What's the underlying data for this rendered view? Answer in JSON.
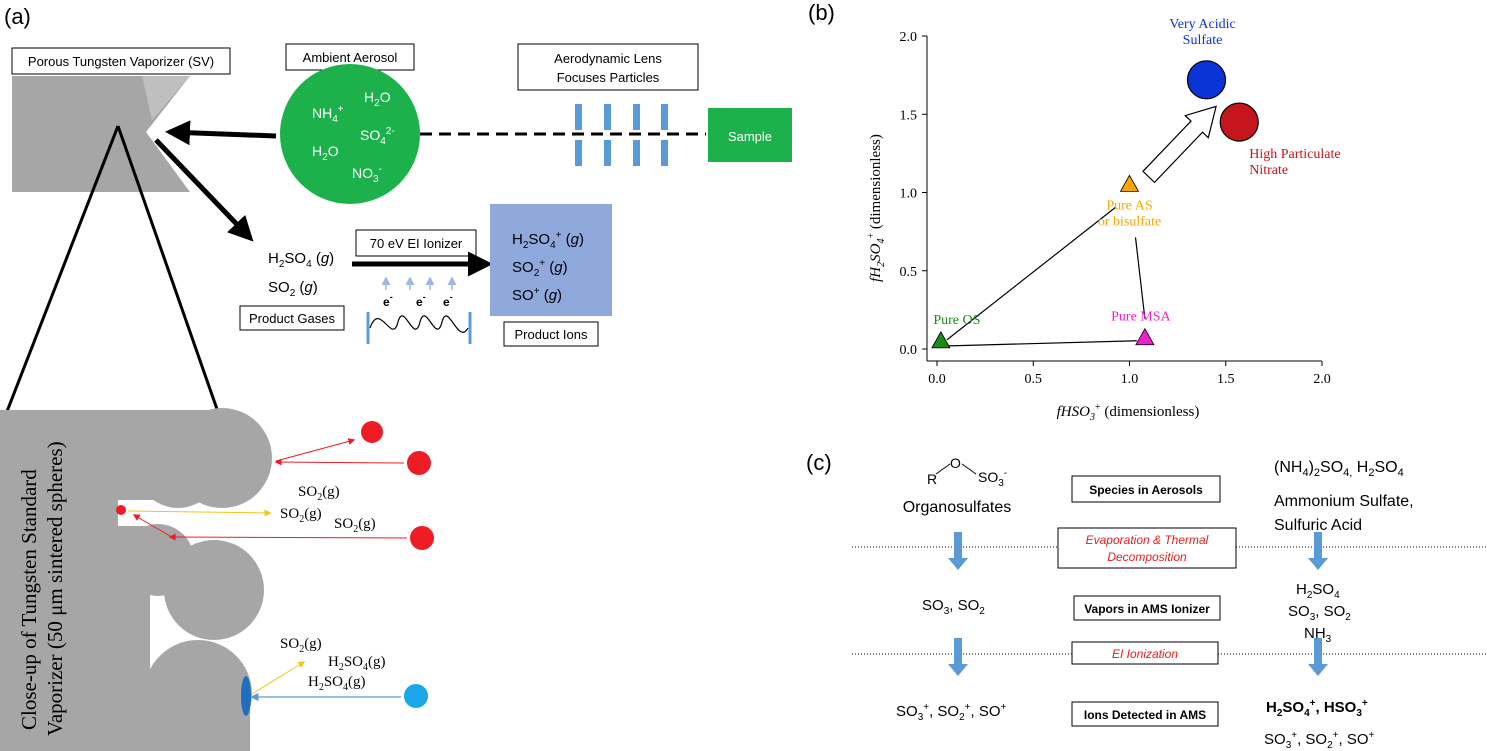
{
  "panel_a": {
    "label": "(a)",
    "vaporizer_label": "Porous Tungsten Vaporizer (SV)",
    "ambient_aerosol_label": "Ambient Aerosol",
    "aerosol_species": {
      "nh4": "NH",
      "nh4_sub": "4",
      "nh4_sup": "+",
      "h2o_1": "H",
      "h2o_1_sub": "2",
      "h2o_1_tail": "O",
      "so4": "SO",
      "so4_sub": "4",
      "so4_sup": "2-",
      "h2o_2": "H",
      "h2o_2_sub": "2",
      "h2o_2_tail": "O",
      "no3": "NO",
      "no3_sub": "3",
      "no3_sup": "-"
    },
    "lens_label_line1": "Aerodynamic Lens",
    "lens_label_line2": "Focuses Particles",
    "sample_label": "Sample",
    "ionizer_label": "70 eV EI Ionizer",
    "product_gases": {
      "h2so4": "H",
      "h2so4_sub": "2",
      "h2so4_mid": "SO",
      "h2so4_sub2": "4",
      "h2so4_tail": " (",
      "h2so4_g": "g",
      "h2so4_end": ")",
      "so2": "SO",
      "so2_sub": "2",
      "so2_tail": " (",
      "so2_g": "g",
      "so2_end": ")",
      "label": "Product Gases"
    },
    "electron": "e",
    "electron_sup": "-",
    "product_ions": {
      "ion1": "H",
      "ion1_sub": "2",
      "ion1_mid": "SO",
      "ion1_sub2": "4",
      "ion1_sup": "+",
      "ion1_tail": " (",
      "ion1_g": "g",
      "ion1_end": ")",
      "ion2": "SO",
      "ion2_sub": "2",
      "ion2_sup": "+",
      "ion2_tail": " (",
      "ion2_g": "g",
      "ion2_end": ")",
      "ion3": "SO",
      "ion3_sup": "+",
      "ion3_tail": " (",
      "ion3_g": "g",
      "ion3_end": ")",
      "label": "Product Ions"
    },
    "closeup_line1": "Close-up of Tungsten Standard",
    "closeup_line2": "Vaporizer (50 μm sintered spheres)",
    "so2g_1": "SO",
    "so2g_1_sub": "2",
    "so2g_1_tail": "(g)",
    "so2g_2": "SO",
    "so2g_2_sub": "2",
    "so2g_2_tail": "(g)",
    "so2g_3": "SO",
    "so2g_3_sub": "2",
    "so2g_3_tail": "(g)",
    "so2g_4": "SO",
    "so2g_4_sub": "2",
    "so2g_4_tail": "(g)",
    "h2so4g_1": "H",
    "h2so4g_1_sub": "2",
    "h2so4g_1_mid": "SO",
    "h2so4g_1_sub2": "4",
    "h2so4g_1_tail": "(g)",
    "h2so4g_2": "H",
    "h2so4g_2_sub": "2",
    "h2so4g_2_mid": "SO",
    "h2so4g_2_sub2": "4",
    "h2so4g_2_tail": "(g)",
    "colors": {
      "green": "#1db14b",
      "gray": "#a6a6a6",
      "blue_lens": "#5b9bd5",
      "ion_box": "#8fa9dc",
      "red": "#ee1c25",
      "cyan": "#1aa7e8",
      "yellow": "#f5c518"
    }
  },
  "panel_b": {
    "label": "(b)",
    "chart_data": {
      "type": "scatter",
      "xlabel": "fHSO",
      "xlabel_sub": "3",
      "xlabel_sup": "+",
      "xlabel_tail": " (dimensionless)",
      "ylabel": "fH",
      "ylabel_sub": "2",
      "ylabel_mid": "SO",
      "ylabel_sub2": "4",
      "ylabel_sup": "+",
      "ylabel_tail": " (dimensionless)",
      "xlim": [
        0,
        2.0
      ],
      "ylim": [
        0,
        2.0
      ],
      "xticks": [
        "0.0",
        "0.5",
        "1.0",
        "1.5",
        "2.0"
      ],
      "yticks": [
        "0.0",
        "0.5",
        "1.0",
        "1.5",
        "2.0"
      ],
      "points": [
        {
          "name": "Pure OS",
          "x": 0.02,
          "y": 0.02,
          "marker": "triangle",
          "color": "#1a8a1a"
        },
        {
          "name": "Pure AS",
          "name_line2": "or bisulfate",
          "x": 1.0,
          "y": 1.02,
          "marker": "triangle",
          "color": "#f5a800"
        },
        {
          "name": "Pure MSA",
          "x": 1.08,
          "y": 0.04,
          "marker": "triangle",
          "color": "#ee22cc"
        },
        {
          "name": "Very Acidic",
          "name_line2": "Sulfate",
          "x": 1.4,
          "y": 1.72,
          "marker": "circle",
          "color": "#0b34d6"
        },
        {
          "name": "High Particulate",
          "name_line2": "Nitrate",
          "x": 1.57,
          "y": 1.45,
          "marker": "circle",
          "color": "#c4161c"
        }
      ],
      "arrow": {
        "from": [
          1.1,
          1.1
        ],
        "to": [
          1.45,
          1.55
        ]
      }
    }
  },
  "panel_c": {
    "label": "(c)",
    "organo_R": "R",
    "organo_O": "O",
    "organo_SO3": "SO",
    "organo_SO3_sub": "3",
    "organo_SO3_sup": "-",
    "organosulfates": "Organosulfates",
    "species_box": "Species in Aerosols",
    "nh4so4": "(NH",
    "nh4so4_sub": "4",
    "nh4so4_mid": ")",
    "nh4so4_sub2": "2",
    "nh4so4_mid2": "SO",
    "nh4so4_sub3": "4,",
    "nh4so4_tail": " H",
    "nh4so4_sub4": "2",
    "nh4so4_end": "SO",
    "nh4so4_sub5": "4",
    "ammonium_line1": "Ammonium Sulfate,",
    "ammonium_line2": "Sulfuric Acid",
    "evap_line1": "Evaporation & Thermal",
    "evap_line2": "Decomposition",
    "left_vapors": "SO",
    "left_vapors_sub": "3",
    "left_vapors_mid": ", SO",
    "left_vapors_sub2": "2",
    "vapors_box": "Vapors in AMS Ionizer",
    "right_v1": "H",
    "right_v1_sub": "2",
    "right_v1_mid": "SO",
    "right_v1_sub2": "4",
    "right_v2": "SO",
    "right_v2_sub": "3",
    "right_v2_mid": ", SO",
    "right_v2_sub2": "2",
    "right_v3": "NH",
    "right_v3_sub": "3",
    "ei_box": "EI Ionization",
    "left_ions": "SO",
    "left_ions_sub": "3",
    "left_ions_sup": "+",
    "left_ions_mid": ", SO",
    "left_ions_sub2": "2",
    "left_ions_sup2": "+",
    "left_ions_tail": ", SO",
    "left_ions_sup3": "+",
    "ions_box": "Ions Detected in AMS",
    "right_i1": "H",
    "right_i1_sub": "2",
    "right_i1_mid": "SO",
    "right_i1_sub2": "4",
    "right_i1_sup": "+",
    "right_i1_mid2": ", HSO",
    "right_i1_sub3": "3",
    "right_i1_sup2": "+",
    "right_i2": "SO",
    "right_i2_sub": "3",
    "right_i2_sup": "+",
    "right_i2_mid": ", SO",
    "right_i2_sub2": "2",
    "right_i2_sup2": "+",
    "right_i2_tail": ", SO",
    "right_i2_sup3": "+",
    "colors": {
      "arrow_blue": "#5b9bd5",
      "red_text": "#e02020"
    }
  }
}
